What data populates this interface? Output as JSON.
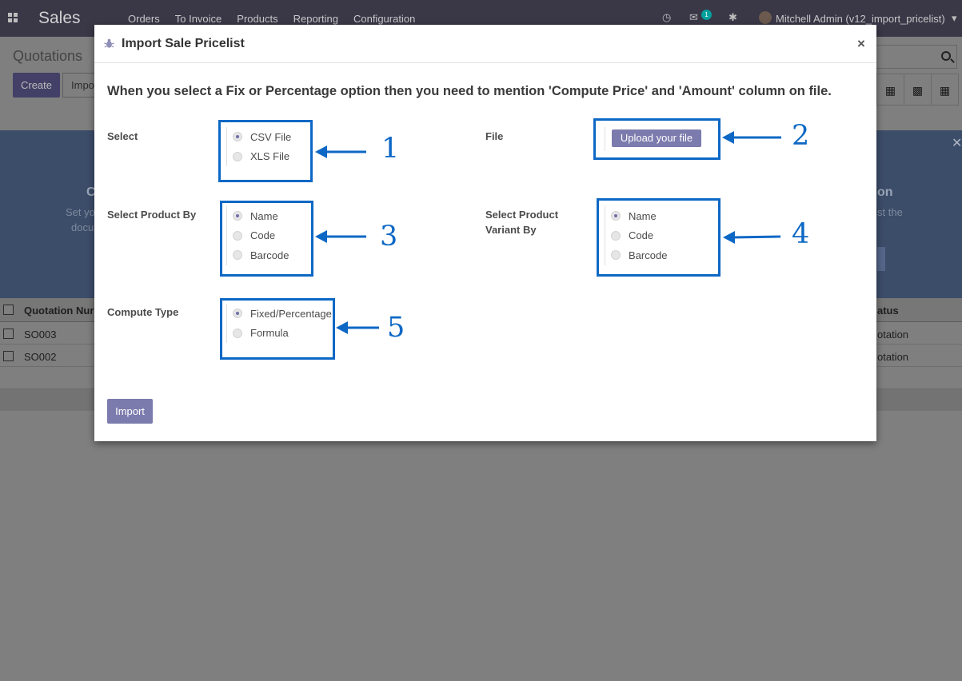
{
  "app": {
    "name": "Sales",
    "menu": [
      "Orders",
      "To Invoice",
      "Products",
      "Reporting",
      "Configuration"
    ],
    "chat_badge": "1",
    "user": "Mitchell Admin (v12_import_pricelist)"
  },
  "control_panel": {
    "breadcrumb": "Quotations",
    "create_label": "Create",
    "import_label": "Impo"
  },
  "helper": {
    "left_title": "C",
    "left_line1": "Set yo",
    "left_line2": "docu",
    "right_title": "on",
    "right_line1": "st the"
  },
  "list": {
    "col_number": "Quotation Nur",
    "col_status": "atus",
    "rows": [
      {
        "number": "SO003",
        "status": "otation"
      },
      {
        "number": "SO002",
        "status": "otation"
      }
    ]
  },
  "modal": {
    "title": "Import Sale Pricelist",
    "close_glyph": "×",
    "notice": "When you select a Fix or Percentage option then you need to mention 'Compute Price' and 'Amount' column on file.",
    "select": {
      "label": "Select",
      "options": [
        "CSV File",
        "XLS File"
      ],
      "selected": "CSV File"
    },
    "file": {
      "label": "File",
      "button": "Upload your file"
    },
    "product_by": {
      "label": "Select Product By",
      "options": [
        "Name",
        "Code",
        "Barcode"
      ],
      "selected": "Name"
    },
    "variant_by": {
      "label": "Select Product Variant By",
      "options": [
        "Name",
        "Code",
        "Barcode"
      ],
      "selected": "Name"
    },
    "compute_type": {
      "label": "Compute Type",
      "options": [
        "Fixed/Percentage",
        "Formula"
      ],
      "selected": "Fixed/Percentage"
    },
    "import_button": "Import"
  },
  "annotations": {
    "numbers": [
      "1",
      "2",
      "3",
      "4",
      "5"
    ],
    "color": "#0d68c5"
  }
}
